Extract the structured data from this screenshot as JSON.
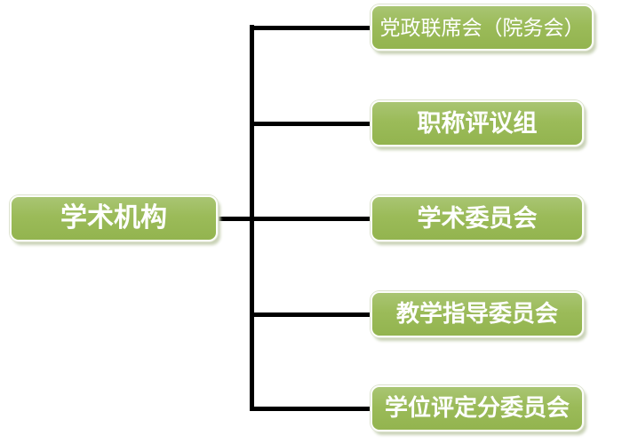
{
  "diagram": {
    "type": "org-chart",
    "root": {
      "label": "学术机构"
    },
    "children": [
      {
        "label": "党政联席会（院务会）"
      },
      {
        "label": "职称评议组"
      },
      {
        "label": "学术委员会"
      },
      {
        "label": "教学指导委员会"
      },
      {
        "label": "学位评定分委员会"
      }
    ],
    "colors": {
      "node_fill": "#9bbb59",
      "node_fill_light": "#a9c573",
      "node_border": "#fcfdfa",
      "node_shadow": "#c9d2b6",
      "connector": "#000000",
      "text": "#ffffff",
      "background": "#ffffff"
    }
  }
}
